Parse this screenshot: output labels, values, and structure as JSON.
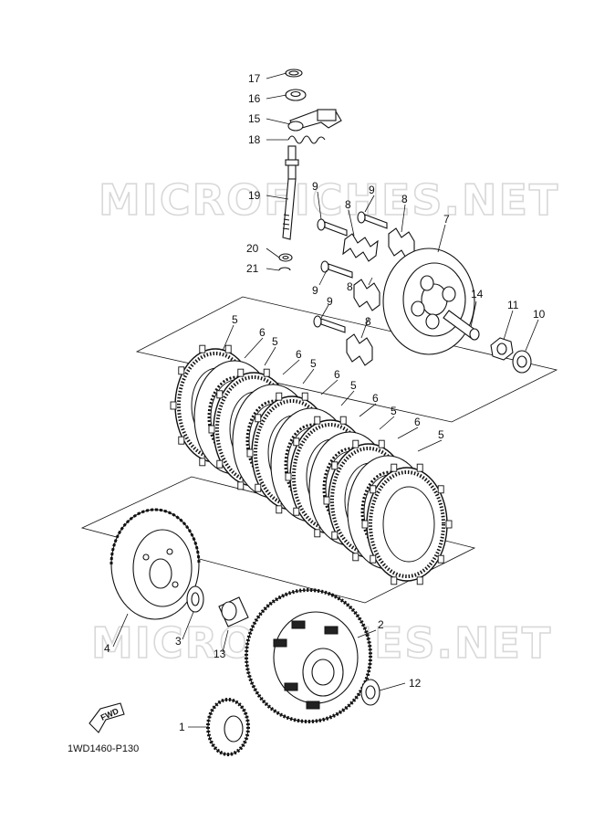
{
  "diagram": {
    "watermark_top": "MICROFICHES.NET",
    "watermark_bottom": "MICROFICHES.NET",
    "drawing_code": "1WD1460-P130",
    "direction_label": "FWD",
    "callouts": {
      "c17": "17",
      "c16": "16",
      "c15": "15",
      "c18": "18",
      "c19": "19",
      "c20": "20",
      "c21": "21",
      "c9a": "9",
      "c9b": "9",
      "c9c": "9",
      "c9d": "9",
      "c8a": "8",
      "c8b": "8",
      "c8c": "8",
      "c8d": "8",
      "c7": "7",
      "c14": "14",
      "c11": "11",
      "c10": "10",
      "c5a": "5",
      "c5b": "5",
      "c5c": "5",
      "c5d": "5",
      "c5e": "5",
      "c5f": "5",
      "c6a": "6",
      "c6b": "6",
      "c6c": "6",
      "c6d": "6",
      "c6e": "6",
      "c4": "4",
      "c3": "3",
      "c13": "13",
      "c2": "2",
      "c12": "12",
      "c1": "1"
    }
  }
}
